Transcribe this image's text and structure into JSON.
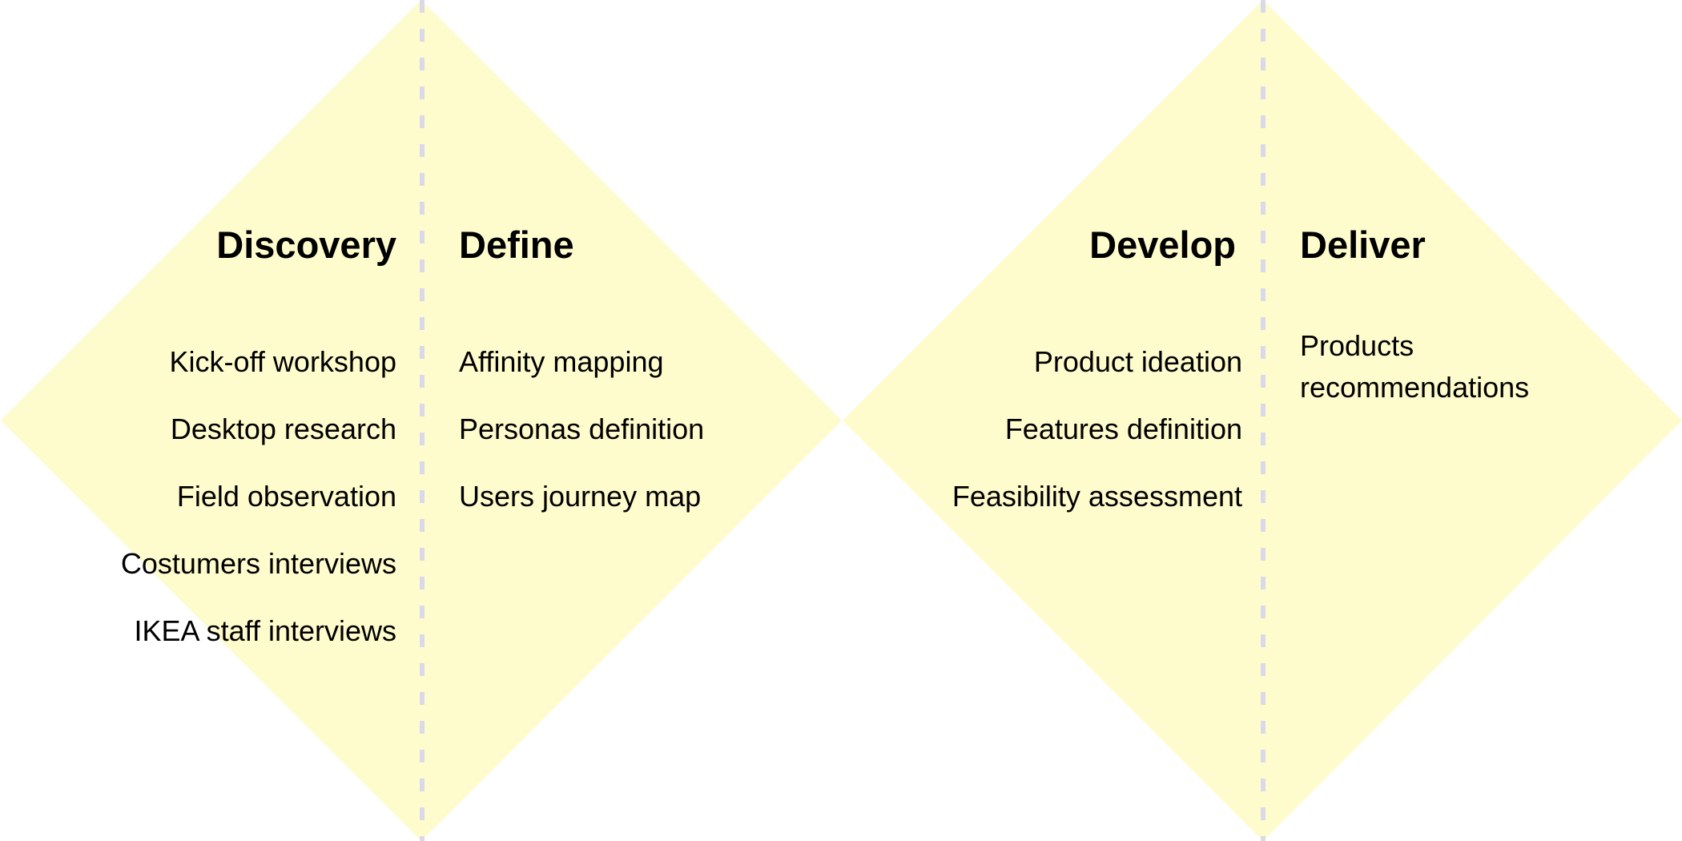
{
  "colors": {
    "diamond": "#fefbcd",
    "divider": "#d9d9ea"
  },
  "phases": [
    {
      "title": "Discovery",
      "items": [
        "Kick-off workshop",
        "Desktop research",
        "Field observation",
        "Costumers interviews",
        "IKEA staff interviews"
      ]
    },
    {
      "title": "Define",
      "items": [
        "Affinity mapping",
        "Personas definition",
        "Users journey map"
      ]
    },
    {
      "title": "Develop",
      "items": [
        "Product ideation",
        "Features definition",
        "Feasibility assessment"
      ]
    },
    {
      "title": "Deliver",
      "items": [
        "Products recommendations"
      ]
    }
  ]
}
